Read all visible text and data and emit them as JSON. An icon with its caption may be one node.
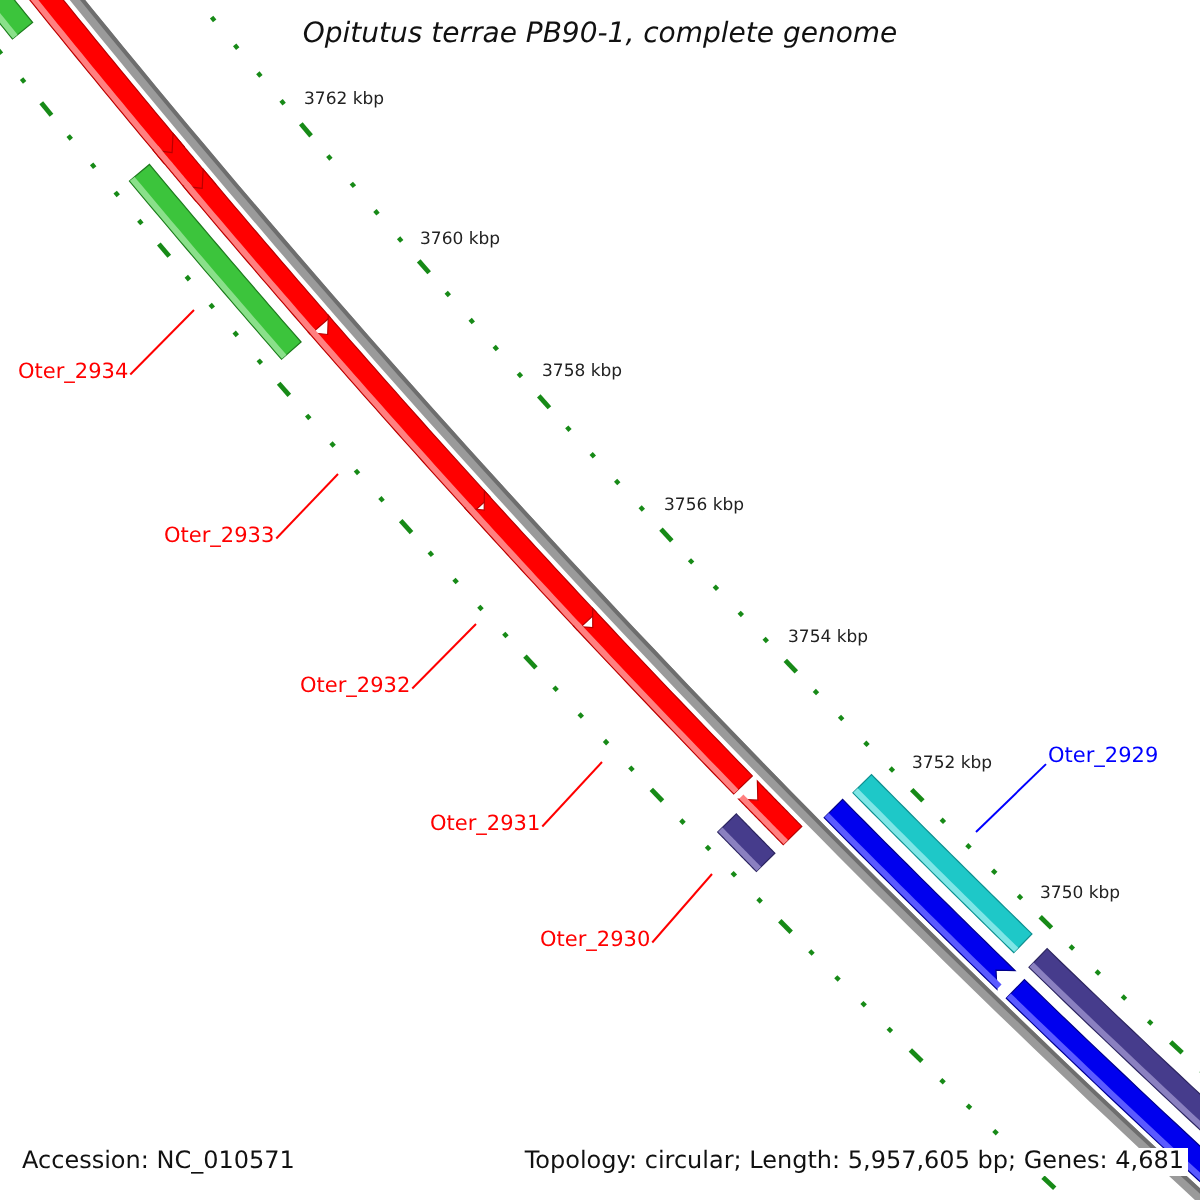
{
  "diagram": {
    "title": "Opitutus terrae PB90-1, complete genome",
    "nodes": [
      {
        "text": [
          "Oter_2934"
        ]
      },
      {
        "text": [
          "Oter_2933"
        ]
      },
      {
        "text": [
          "Oter_2932"
        ]
      },
      {
        "text": [
          "Oter_2931"
        ]
      },
      {
        "text": [
          "Oter_2930"
        ]
      },
      {
        "text": [
          "Oter_2929"
        ]
      }
    ],
    "edges": [
      {
        "from": 0,
        "to": null,
        "arrow": "none"
      },
      {
        "from": 1,
        "to": null,
        "arrow": "none"
      },
      {
        "from": 2,
        "to": null,
        "arrow": "none"
      },
      {
        "from": 3,
        "to": null,
        "arrow": "none"
      },
      {
        "from": 4,
        "to": null,
        "arrow": "none"
      },
      {
        "from": 5,
        "to": null,
        "arrow": "none",
        "color": "#0000ff"
      }
    ],
    "labels": [
      "3762 kbp",
      "3760 kbp",
      "3758 kbp",
      "3756 kbp",
      "3754 kbp",
      "3752 kbp",
      "3750 kbp",
      "Accession: NC_010571",
      "Topology: circular; Length: 5,957,605 bp; Genes: 4,681"
    ]
  }
}
